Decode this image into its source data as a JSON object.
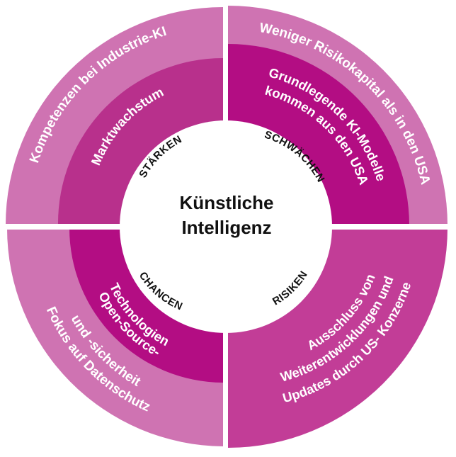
{
  "center": {
    "line1": "Künstliche",
    "line2": "Intelligenz"
  },
  "labels": {
    "strengths": "STÄRKEN",
    "weaknesses": "SCHWÄCHEN",
    "opportunities": "CHANCEN",
    "risks": "RISIKEN"
  },
  "outer": {
    "strengths": "Kompetenzen bei Industrie-KI",
    "weaknesses": "Weniger Risikokapital als in den USA",
    "opportunities_line1": "Fokus auf Datenschutz",
    "opportunities_line2": "und -sicherheit"
  },
  "inner": {
    "strengths": "Marktwachstum",
    "weaknesses_line1": "Grundlegende KI-Modelle",
    "weaknesses_line2": "kommen aus den USA",
    "opportunities_line1": "Open-Source-",
    "opportunities_line2": "Technologien",
    "risks_line1": "Ausschluss von",
    "risks_line2": "Weiterentwicklungen und",
    "risks_line3": "Updates durch US- Konzerne"
  },
  "colors": {
    "outer_light": "#cf73b2",
    "outer_medium": "#c23d97",
    "inner_medium": "#b8308c",
    "inner_dark": "#b30d83",
    "center": "#ffffff",
    "divider": "#ffffff"
  }
}
